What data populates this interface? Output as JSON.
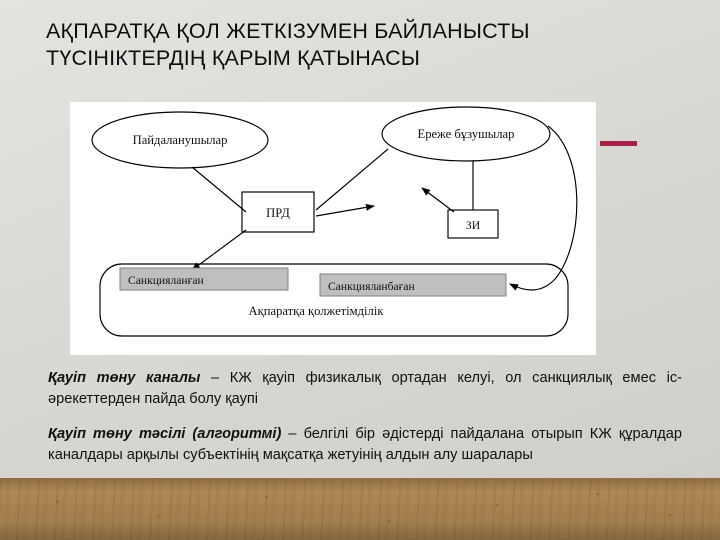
{
  "slide": {
    "title": "АҚПАРАТҚА ҚОЛ ЖЕТКІЗУМЕН БАЙЛАНЫСТЫ ТҮСІНІКТЕРДІҢ ҚАРЫМ ҚАТЫНАСЫ",
    "accent_color": "#a32446",
    "background_color": "#dcdbd6",
    "figure_background": "#ffffff"
  },
  "diagram": {
    "nodes": {
      "users_ellipse": "Пайдаланушылар",
      "violators_ellipse": "Ереже бұзушылар",
      "prd_box": "ПРД",
      "zi_box": "ЗИ",
      "sanctioned_box": "Санкцияланған",
      "unsanctioned_box": "Санкцияланбаған",
      "container_label": "Ақпаратқа қолжетімділік"
    },
    "node_fill": "#bfbfbf",
    "stroke": "#000000"
  },
  "content": {
    "paragraphs": [
      {
        "lead": "Қауіп төну каналы",
        "rest": " – КЖ қауіп физикалық ортадан келуі, ол санкциялық емес іс-әрекеттерден пайда болу қаупі"
      },
      {
        "lead": "Қауіп төну тәсілі (алгоритмі)",
        "rest": " – белгілі бір әдістерді пайдалана отырып КЖ құралдар каналдары арқылы субъектінің мақсатқа жетуінің алдын алу шаралары"
      }
    ]
  }
}
